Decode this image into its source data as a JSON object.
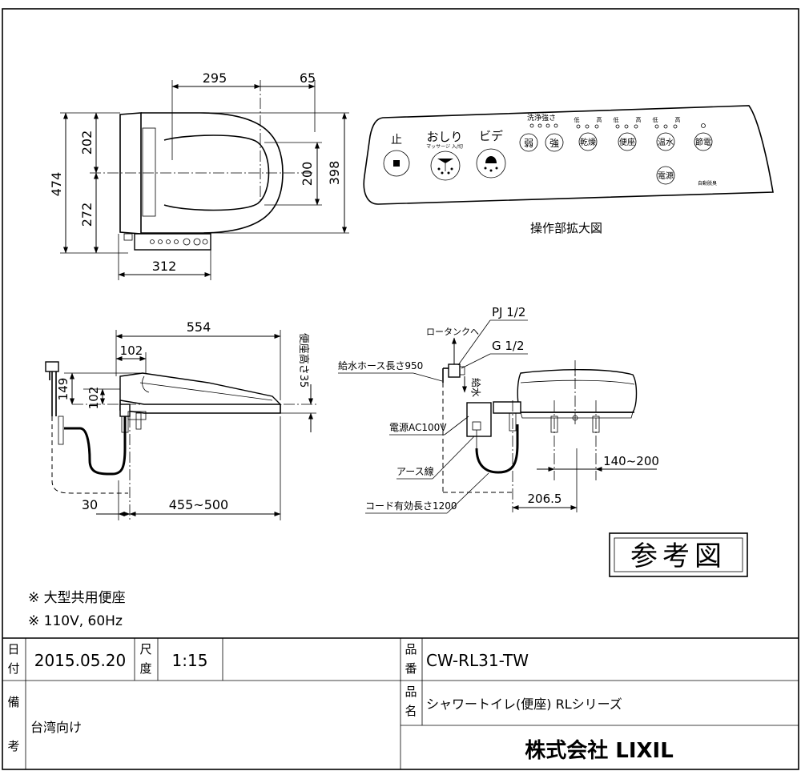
{
  "top_view": {
    "dim_295": "295",
    "dim_65": "65",
    "dim_474": "474",
    "dim_202": "202",
    "dim_272": "272",
    "dim_200": "200",
    "dim_398": "398",
    "dim_312": "312"
  },
  "panel": {
    "stop_label": "止",
    "oshiri_label": "おしり",
    "oshiri_sub": "マッサージ 入/切",
    "bidet_label": "ビデ",
    "wash_strength": "洗浄強さ",
    "weak": "弱",
    "strong": "強",
    "low": "低",
    "high": "高",
    "dry": "乾燥",
    "seat": "便座",
    "water_temp": "温水",
    "save": "節電",
    "power": "電源",
    "auto_off": "自動脱臭",
    "caption": "操作部拡大図"
  },
  "side_view": {
    "dim_554": "554",
    "dim_102_top": "102",
    "dim_149": "149",
    "dim_102_left": "102",
    "seat_height": "便座高さ35",
    "dim_30": "30",
    "dim_455_500": "455~500"
  },
  "rear_view": {
    "pj": "PJ 1/2",
    "low_tank": "ロータンクへ",
    "g": "G 1/2",
    "supply_water": "給水",
    "hose_length": "給水ホース長さ950",
    "power_ac": "電源AC100V",
    "earth_wire": "アース線",
    "cord_length": "コード有効長さ1200",
    "dim_140_200": "140~200",
    "dim_206_5": "206.5"
  },
  "stamp": "参考図",
  "notes": [
    "※ 大型共用便座",
    "※ 110V, 60Hz"
  ],
  "title_block": {
    "date_label_1": "日",
    "date_label_2": "付",
    "date": "2015.05.20",
    "scale_label_1": "尺",
    "scale_label_2": "度",
    "scale": "1:15",
    "part_no_label_1": "品",
    "part_no_label_2": "番",
    "part_no": "CW-RL31-TW",
    "remarks_label_1": "備",
    "remarks_label_2": "考",
    "remarks": "台湾向け",
    "product_label_1": "品",
    "product_label_2": "名",
    "product_name": "シャワートイレ(便座) RLシリーズ",
    "company": "株式会社 LIXIL"
  }
}
